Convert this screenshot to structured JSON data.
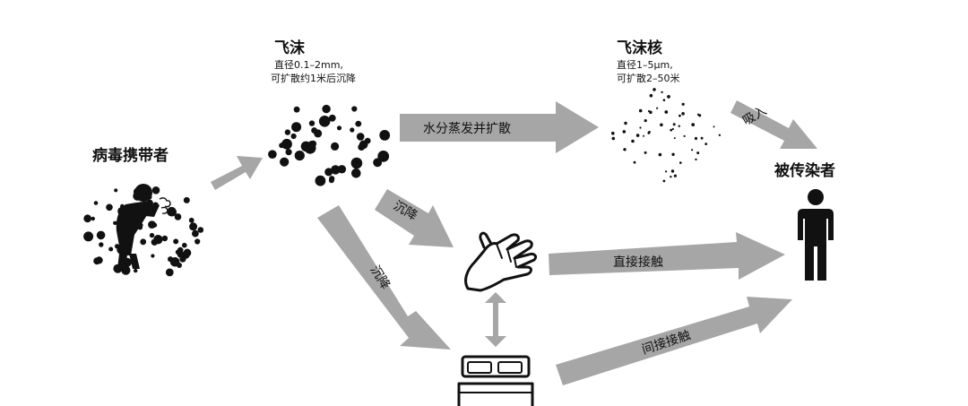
{
  "colors": {
    "arrow": "#a6a6a6",
    "ink": "#111111",
    "background": "#ffffff"
  },
  "nodes": {
    "carrier": {
      "title": "病毒携带者",
      "icon": "coughing-person-icon"
    },
    "droplet": {
      "title": "飞沫",
      "desc_line1": "直径0.1–2mm,",
      "desc_line2": "可扩散约1米后沉降",
      "icon": "droplet-cluster-icon"
    },
    "nucleus": {
      "title": "飞沫核",
      "desc_line1": "直径1–5μm,",
      "desc_line2": "可扩散2–50米",
      "icon": "droplet-nucleus-cluster-icon"
    },
    "infected": {
      "title": "被传染者",
      "icon": "standing-person-icon"
    },
    "hand": {
      "icon": "hand-icon"
    },
    "bed": {
      "icon": "bed-icon"
    }
  },
  "edges": {
    "evaporate": "水分蒸发并扩散",
    "inhale": "吸入",
    "settle_to_hand": "沉降",
    "settle_to_bed": "沉降",
    "direct_contact": "直接接触",
    "indirect_contact": "间接接触"
  }
}
